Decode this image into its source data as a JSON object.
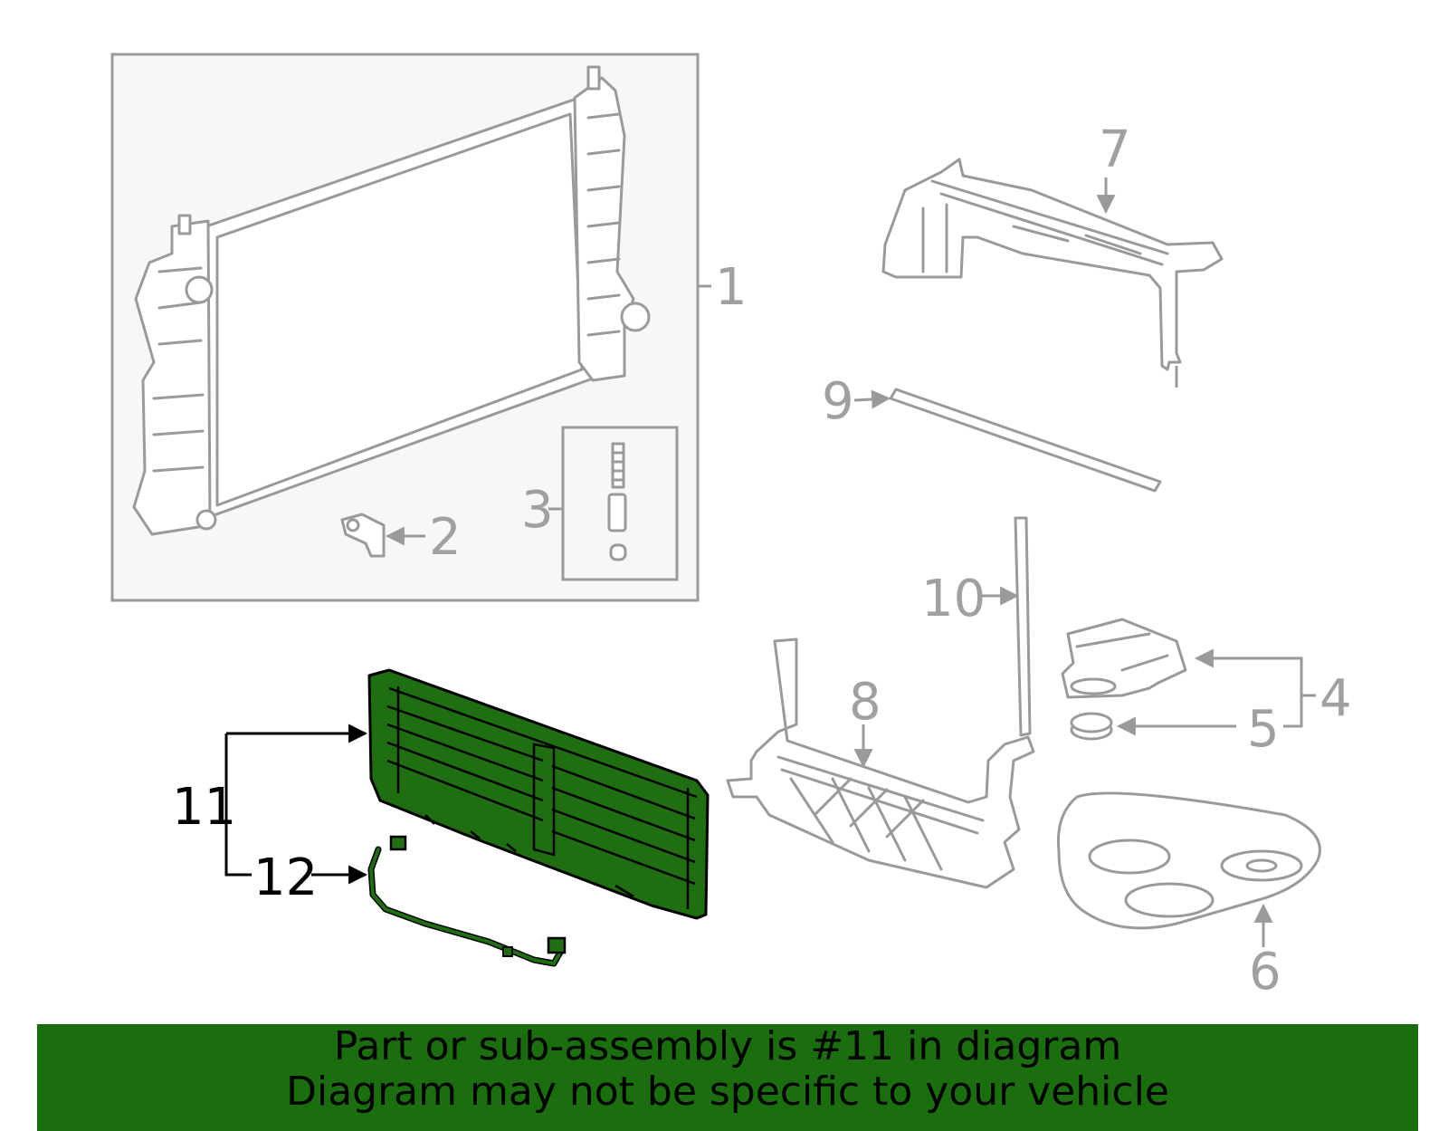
{
  "diagram": {
    "callouts": {
      "c1": "1",
      "c2": "2",
      "c3": "3",
      "c4": "4",
      "c5": "5",
      "c6": "6",
      "c7": "7",
      "c8": "8",
      "c9": "9",
      "c10": "10",
      "c11": "11",
      "c12": "12"
    },
    "highlight_color": "#1f6e12",
    "parts_color": "#9a9a9a"
  },
  "banner": {
    "line1": "Part or sub-assembly is #11 in diagram",
    "line2": "Diagram may not be specific to your vehicle",
    "color": "#1a6e0e"
  }
}
